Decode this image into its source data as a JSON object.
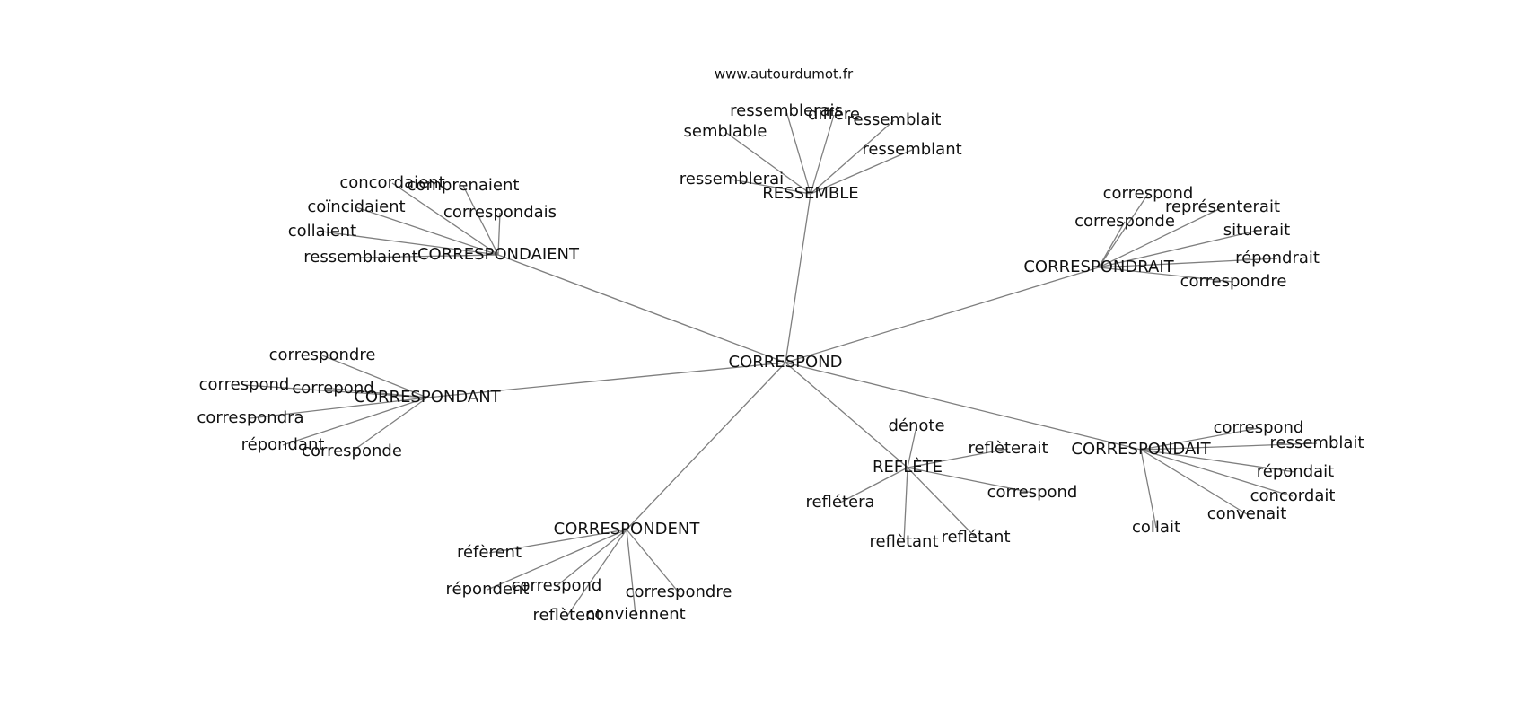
{
  "watermark": "www.autourdumot.fr",
  "graph": {
    "center": "CORRESPOND",
    "clusters": [
      {
        "hub": "RESSEMBLE",
        "leaves": [
          "ressemblerais",
          "diffère",
          "ressemblait",
          "semblable",
          "ressemblant",
          "ressemblerai"
        ]
      },
      {
        "hub": "CORRESPONDAIENT",
        "leaves": [
          "concordaient",
          "comprenaient",
          "coïncidaient",
          "correspondais",
          "collaient",
          "ressemblaient"
        ]
      },
      {
        "hub": "CORRESPONDRAIT",
        "leaves": [
          "correspond",
          "représenterait",
          "corresponde",
          "situerait",
          "répondrait",
          "correspondre"
        ]
      },
      {
        "hub": "CORRESPONDANT",
        "leaves": [
          "correspondre",
          "correspond",
          "correpond",
          "correspondra",
          "répondant",
          "corresponde"
        ]
      },
      {
        "hub": "REFLÈTE",
        "leaves": [
          "dénote",
          "reflèterait",
          "correspond",
          "reflétera",
          "reflètant",
          "reflétant"
        ]
      },
      {
        "hub": "CORRESPONDAIT",
        "leaves": [
          "correspond",
          "ressemblait",
          "répondait",
          "concordait",
          "convenait",
          "collait"
        ]
      },
      {
        "hub": "CORRESPONDENT",
        "leaves": [
          "réfèrent",
          "répondent",
          "correspond",
          "correspondre",
          "reflètent",
          "conviennent"
        ]
      }
    ]
  }
}
